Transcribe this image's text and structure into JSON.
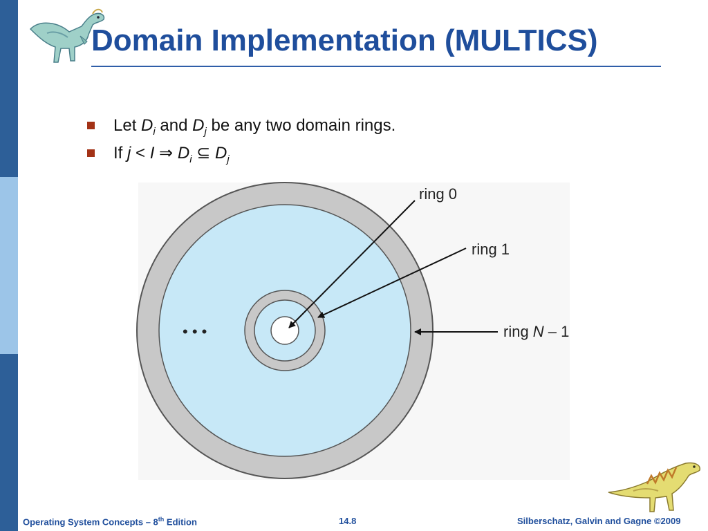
{
  "colors": {
    "title": "#1f4e9c",
    "bullet": "#a33216",
    "ring_gray": "#c8c8c8",
    "ring_blue": "#c7e8f7",
    "sidebar_dark": "#2d5f98",
    "sidebar_light": "#9cc5e8"
  },
  "slide": {
    "title": "Domain Implementation (MULTICS)"
  },
  "bullets": [
    {
      "let": "Let ",
      "d1": "D",
      "sub1": "i",
      "and": " and ",
      "d2": "D",
      "sub2": "j",
      "rest": " be any two domain rings."
    },
    {
      "if": "If ",
      "j": "j",
      "lt": " < ",
      "l": "I",
      "implies": " ⇒ ",
      "d1": "D",
      "sub1": "i",
      "subset": "  ⊆ ",
      "d2": "D",
      "sub2": "j"
    }
  ],
  "diagram": {
    "labels": {
      "ring0": "ring 0",
      "ring1": "ring 1",
      "ringN_prefix": "ring ",
      "ringN_var": "N",
      "ringN_suffix": " – 1",
      "ellipsis": "• • •"
    }
  },
  "footer": {
    "left_main": "Operating System Concepts – 8",
    "left_sup": "th",
    "left_tail": " Edition",
    "center": "14.8",
    "right": "Silberschatz, Galvin and Gagne ©2009"
  },
  "icons": [
    "dinosaur-icon-top",
    "dinosaur-icon-bottom"
  ]
}
